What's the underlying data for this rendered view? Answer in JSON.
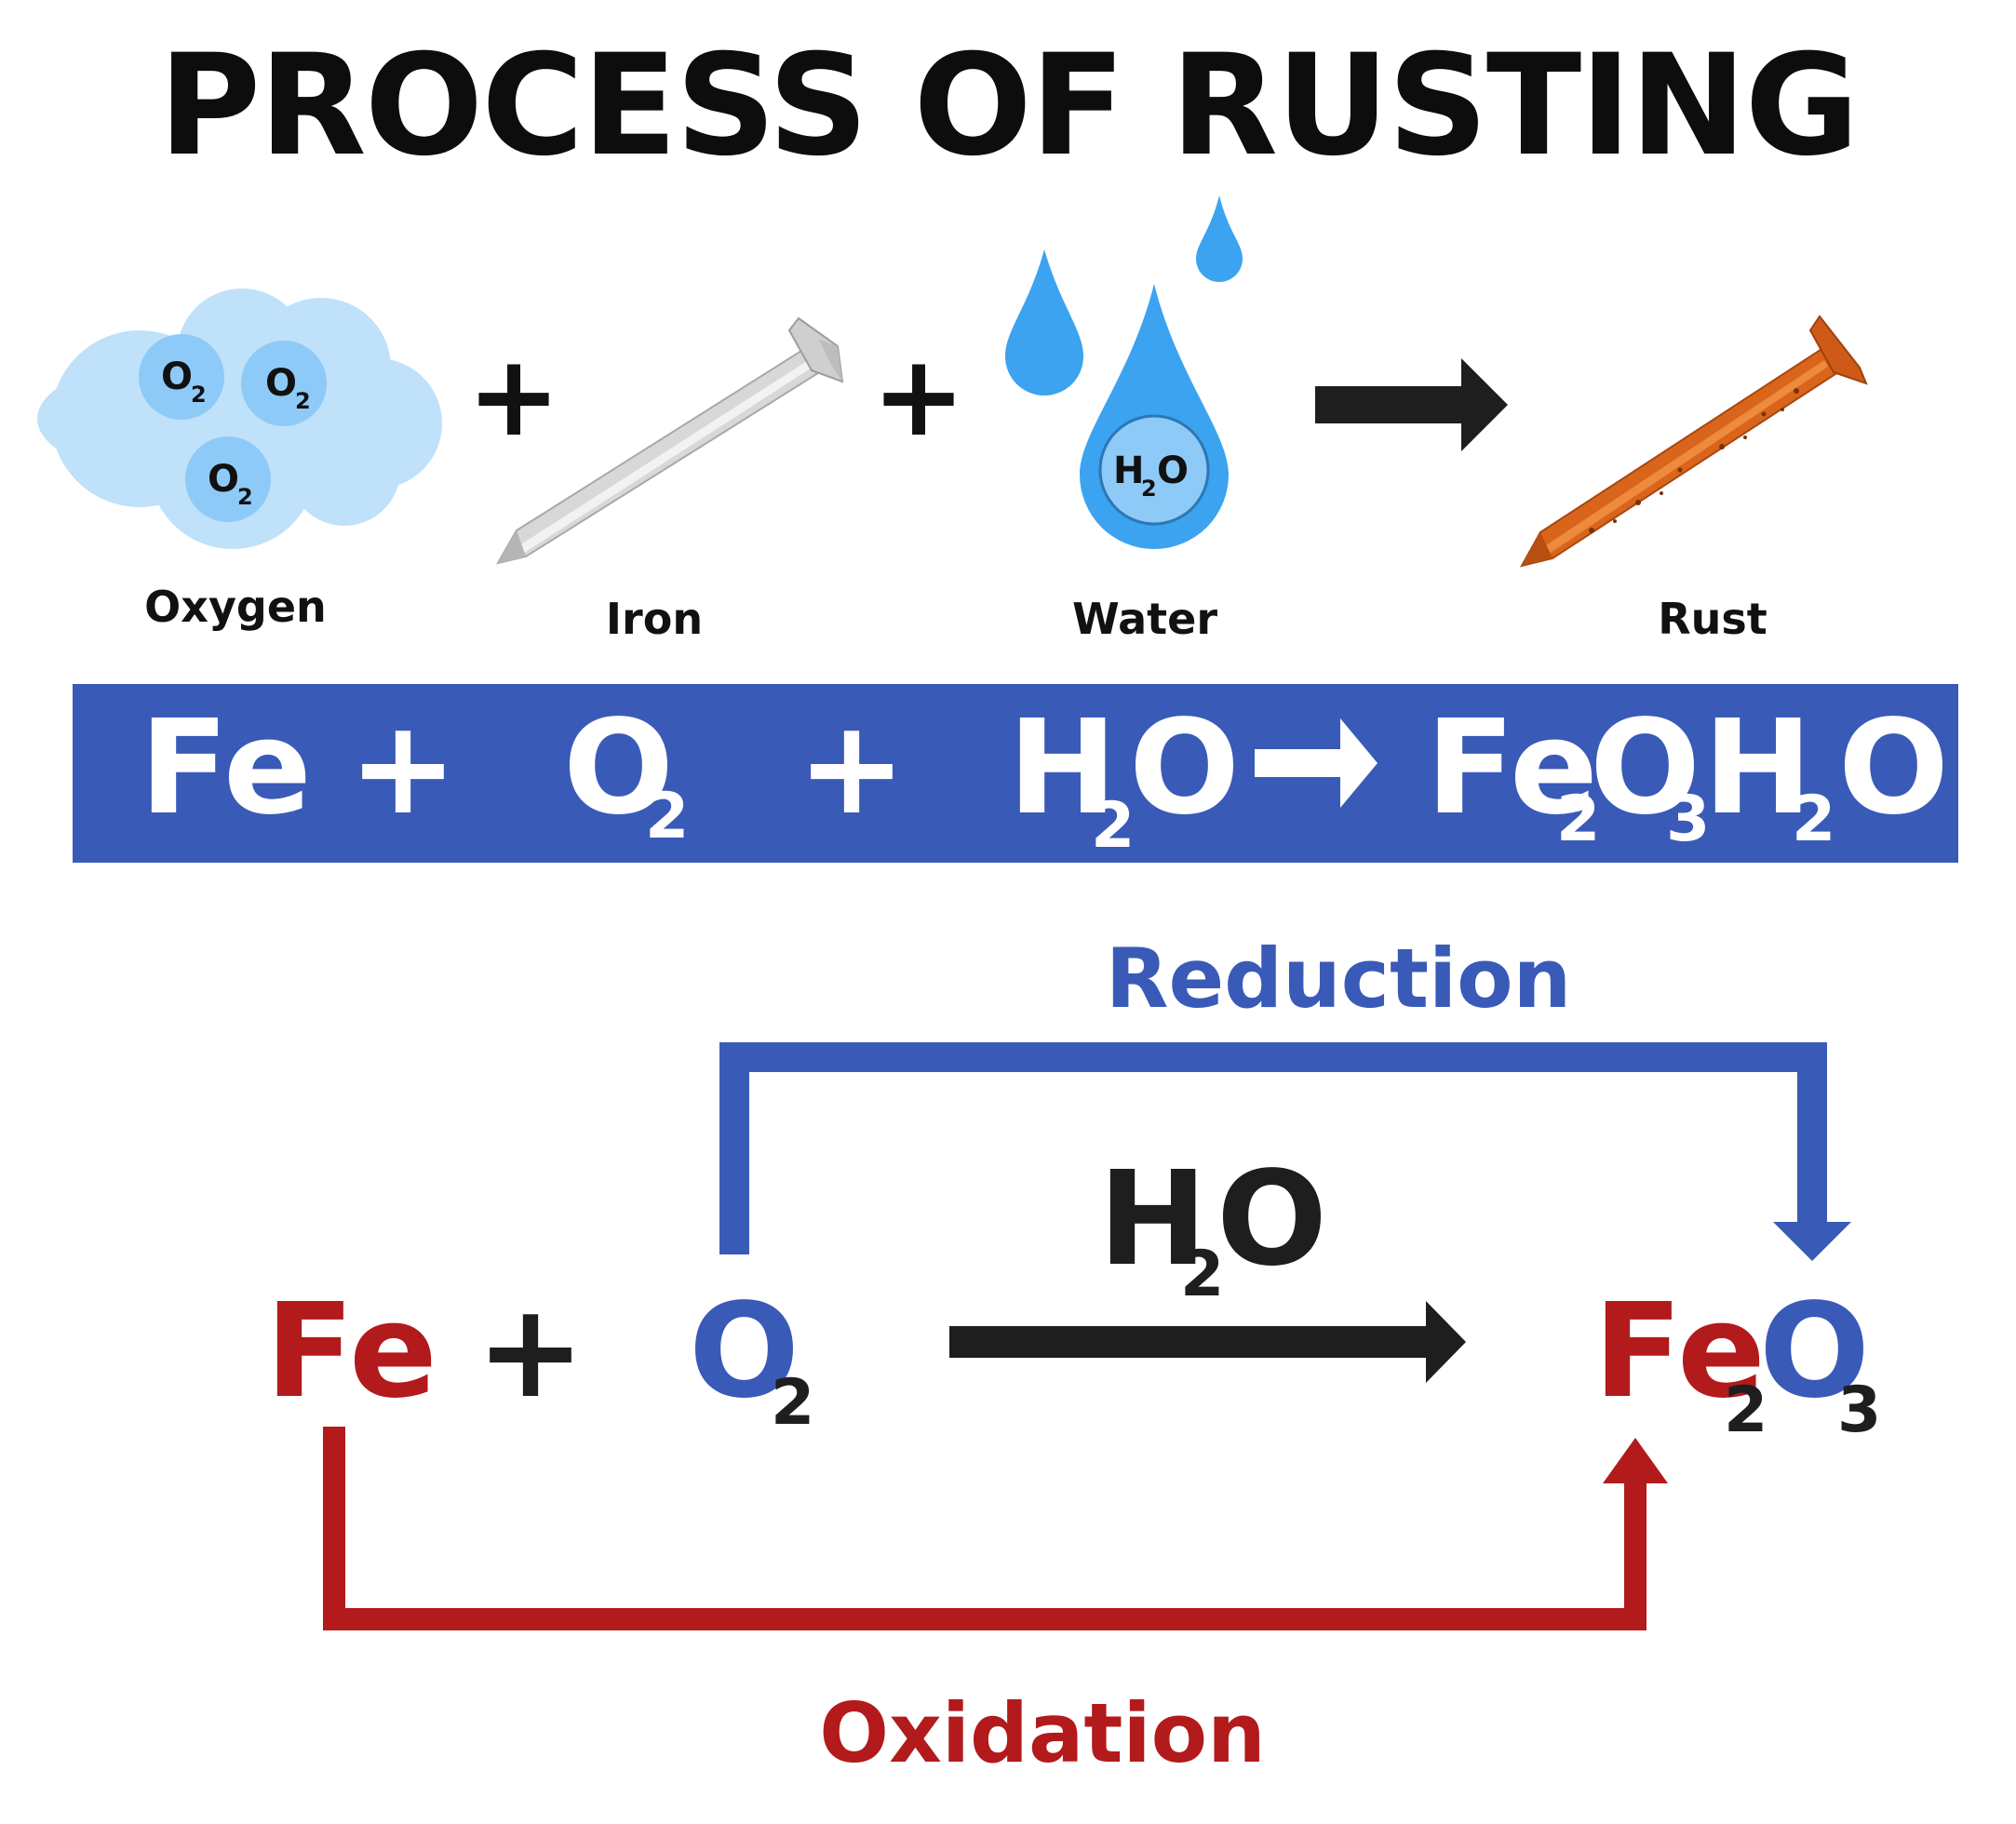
{
  "title": "PROCESS OF RUSTING",
  "colors": {
    "blue": "#3a5ab8",
    "red": "#b21a1c",
    "dark": "#1e1e1e",
    "cloud": "#bfe1fa",
    "water": "#3ba3ef",
    "rust": "#d9641c",
    "steel": "#d6d6d6"
  },
  "top_row": {
    "oxygen": {
      "label": "Oxygen",
      "molecule": "O",
      "subscript": "2"
    },
    "plus_1": "+",
    "iron": {
      "label": "Iron"
    },
    "plus_2": "+",
    "water": {
      "label": "Water",
      "molecule_h": "H",
      "subscript": "2",
      "molecule_o": "O"
    },
    "rust": {
      "label": "Rust"
    }
  },
  "equation_bar": {
    "fe": "Fe",
    "plus_1": "+",
    "o": "O",
    "o_sub": "2",
    "plus_2": "+",
    "h": "H",
    "h_sub": "2",
    "h2o_o": "O",
    "product_fe": "Fe",
    "product_fe_sub": "2",
    "product_o": "O",
    "product_o_sub": "3",
    "product_h": "H",
    "product_h_sub": "2",
    "product_h2o_o": "O"
  },
  "redox": {
    "reduction_label": "Reduction",
    "oxidation_label": "Oxidation",
    "catalyst_h": "H",
    "catalyst_sub": "2",
    "catalyst_o": "O",
    "fe": "Fe",
    "plus": "+",
    "o": "O",
    "o_sub": "2",
    "product_fe": "Fe",
    "product_fe_sub": "2",
    "product_o": "O",
    "product_o_sub": "3"
  }
}
